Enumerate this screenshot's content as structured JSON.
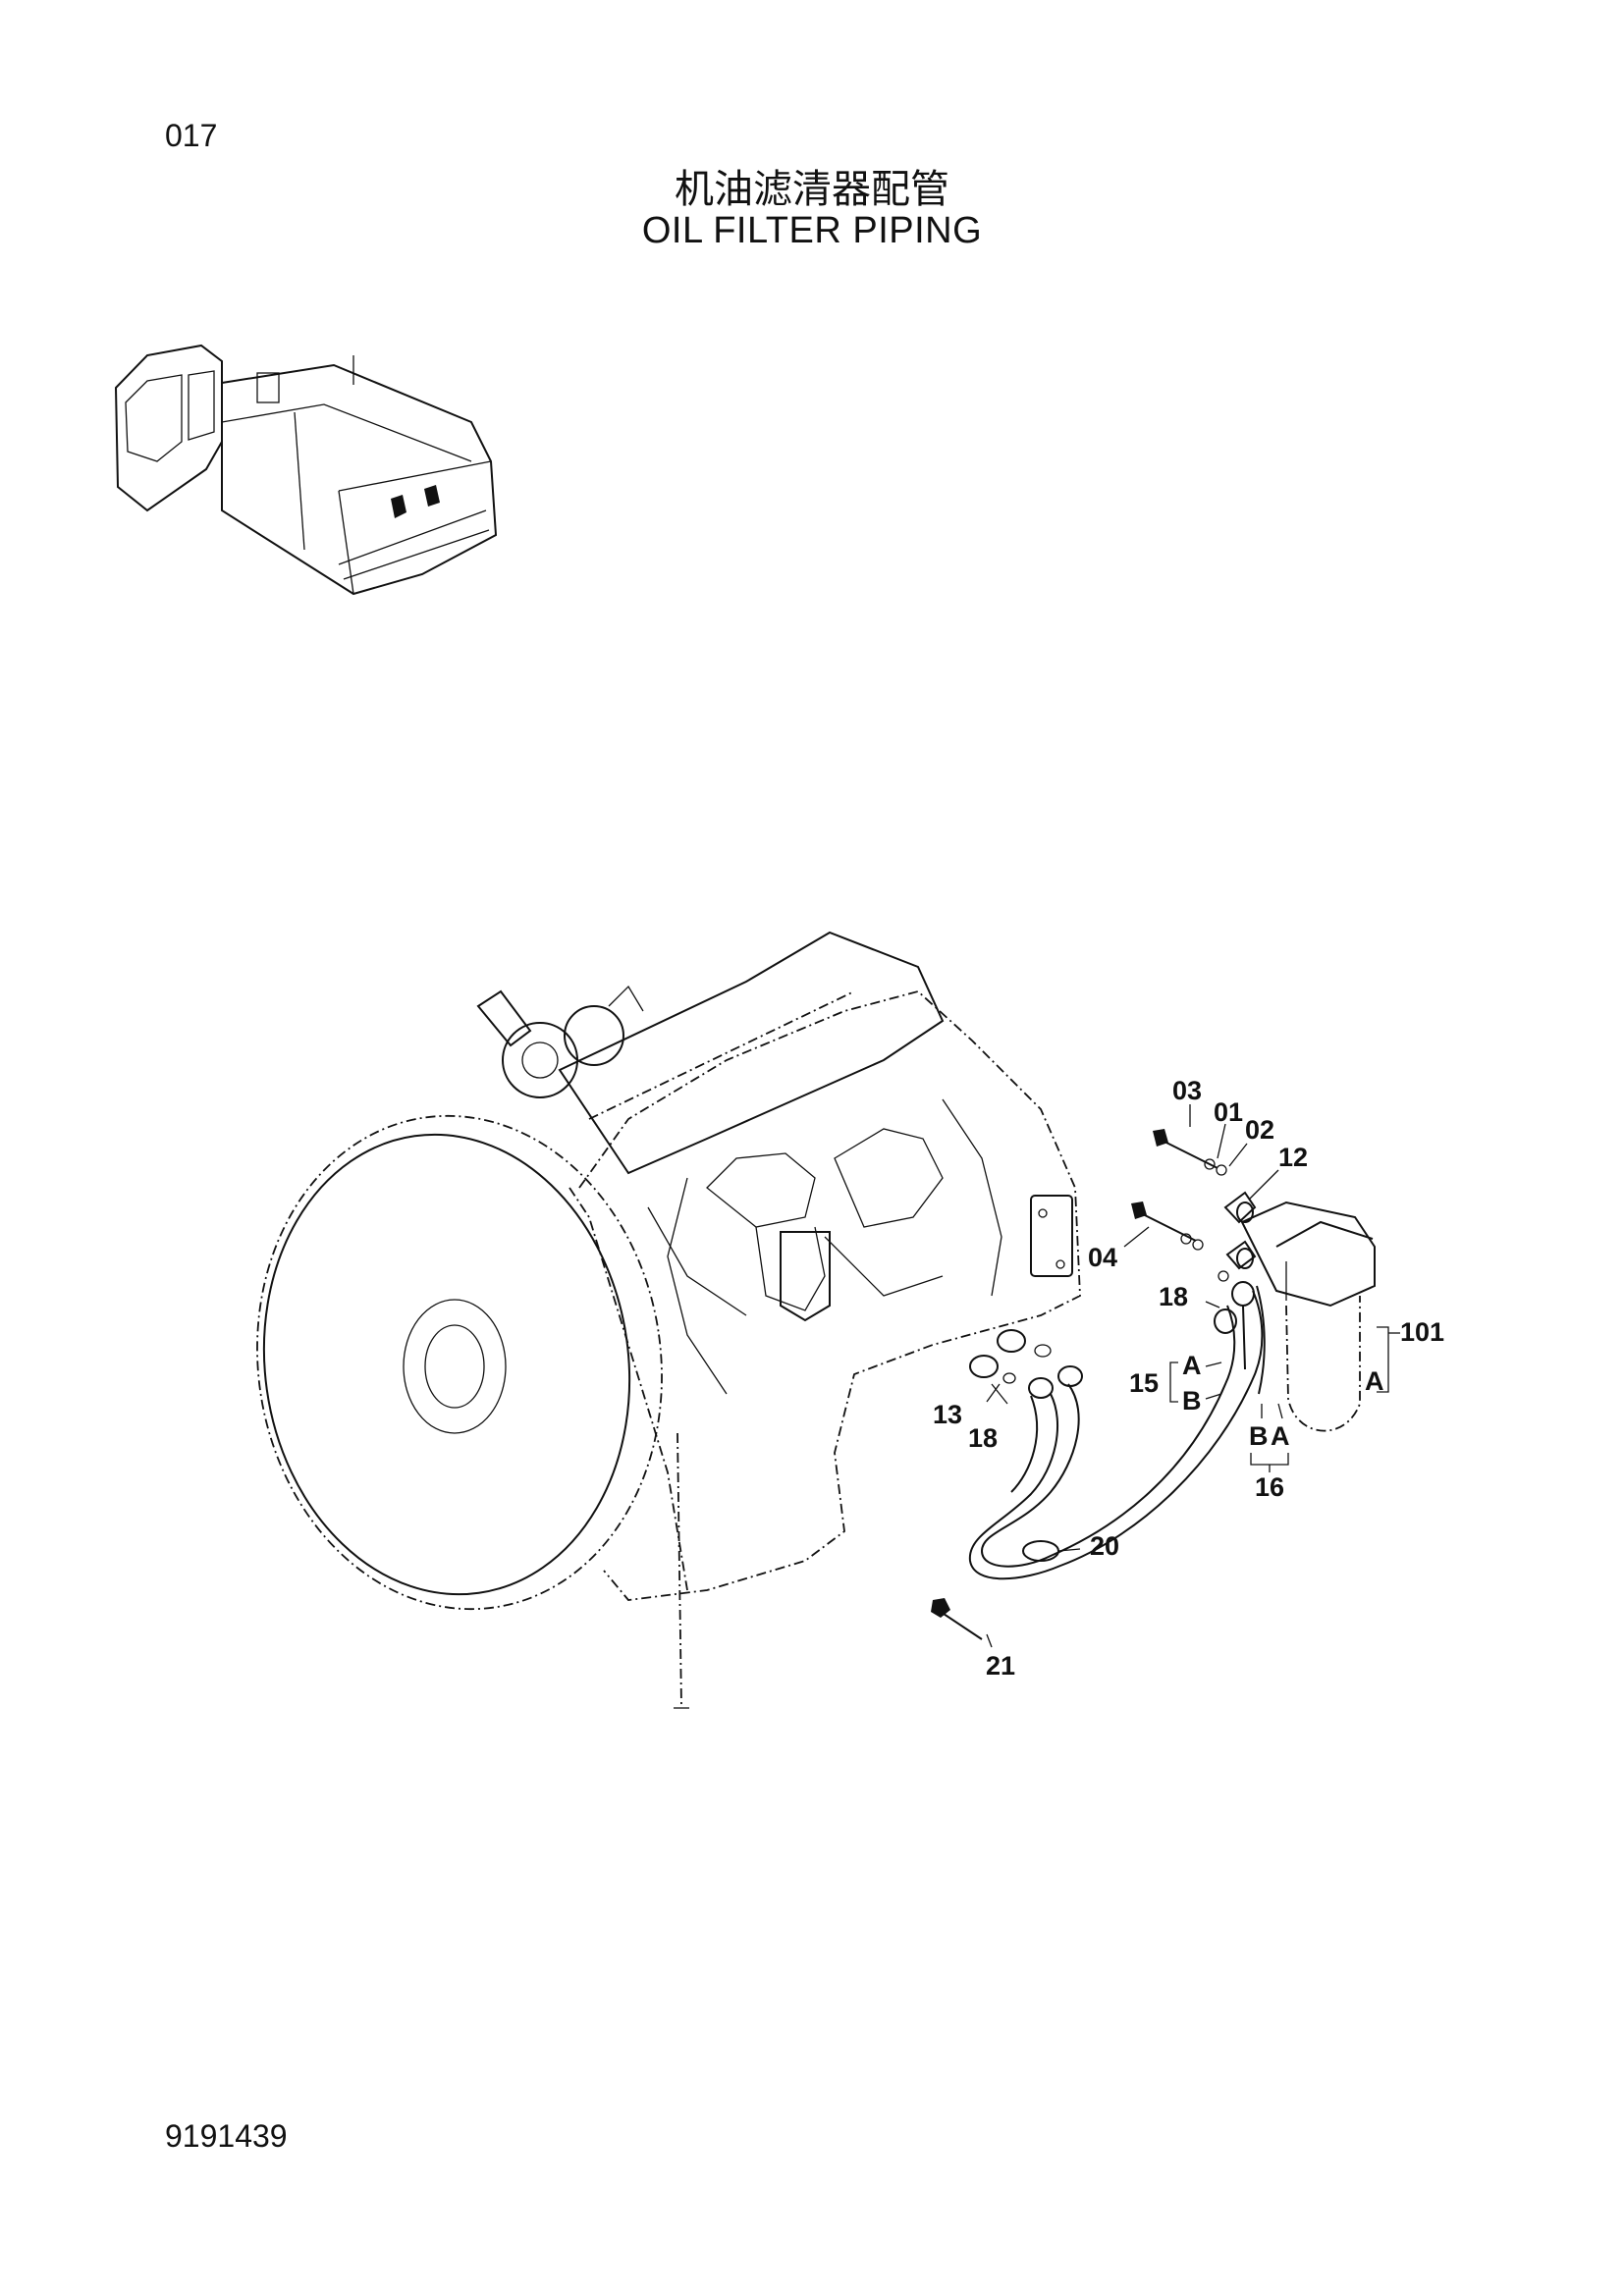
{
  "page": {
    "number": "017",
    "title_cn": "机油滤清器配管",
    "title_en": "OIL FILTER PIPING",
    "doc_code": "9191439"
  },
  "callouts": {
    "c03": "03",
    "c01": "01",
    "c02": "02",
    "c12": "12",
    "c04": "04",
    "c18a": "18",
    "c101": "101",
    "c15": "15",
    "c15a": "A",
    "c15b": "B",
    "c13": "13",
    "c18b": "18",
    "c16b": "B",
    "c16a": "A",
    "c16": "16",
    "c101a": "A",
    "c20": "20",
    "c21": "21"
  }
}
